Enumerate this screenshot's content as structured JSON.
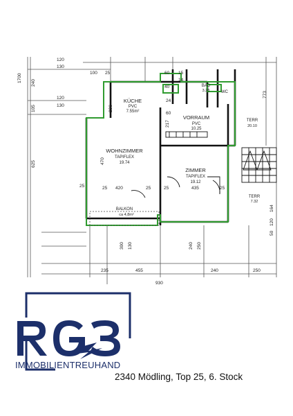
{
  "plan": {
    "rooms": {
      "kueche": {
        "name": "KÜCHE",
        "floor": "PVC",
        "area": "7.55m²"
      },
      "wohnzimmer": {
        "name": "WOHNZIMMER",
        "floor": "TAPIFLEX",
        "area": "19.74"
      },
      "vorraum": {
        "name": "VORRAUM",
        "floor": "PVC",
        "area": "10.25"
      },
      "zimmer": {
        "name": "ZIMMER",
        "floor": "TAPIFLEX",
        "area": "19.12"
      },
      "bad": {
        "name": "BAD",
        "area": "3.28"
      },
      "wc": {
        "name": "WC"
      },
      "terr_top": {
        "name": "TERR",
        "area": "20.10"
      },
      "terr_bottom": {
        "name": "TERR",
        "area": "7.32"
      },
      "balkon": {
        "name": "BALKON",
        "area": "ca 4,8m²"
      }
    },
    "dimensions": {
      "left_col": [
        "1700",
        "240",
        "105",
        "625"
      ],
      "top_left": [
        "120",
        "130",
        "120",
        "130"
      ],
      "top_row": [
        "100",
        "25",
        "60",
        "15",
        "40"
      ],
      "kueche_top": "KÜCHE",
      "kueche_sub": "7.55m²",
      "inner": [
        "236",
        "24",
        "60",
        "14",
        "25",
        "217",
        "25",
        "420",
        "25",
        "25",
        "435",
        "25",
        "470"
      ],
      "bottom_row": [
        "235",
        "455",
        "240",
        "250"
      ],
      "total": "930",
      "right_side": [
        "773",
        "164",
        "120",
        "50"
      ],
      "vertical_low": [
        "300",
        "130",
        "240",
        "250"
      ]
    }
  },
  "logo": {
    "text": "RG3",
    "color": "#1c2f6a"
  },
  "tagline": "IMMOBILIENTREUHAND",
  "address": "2340 Mödling, Top 25, 6. Stock"
}
